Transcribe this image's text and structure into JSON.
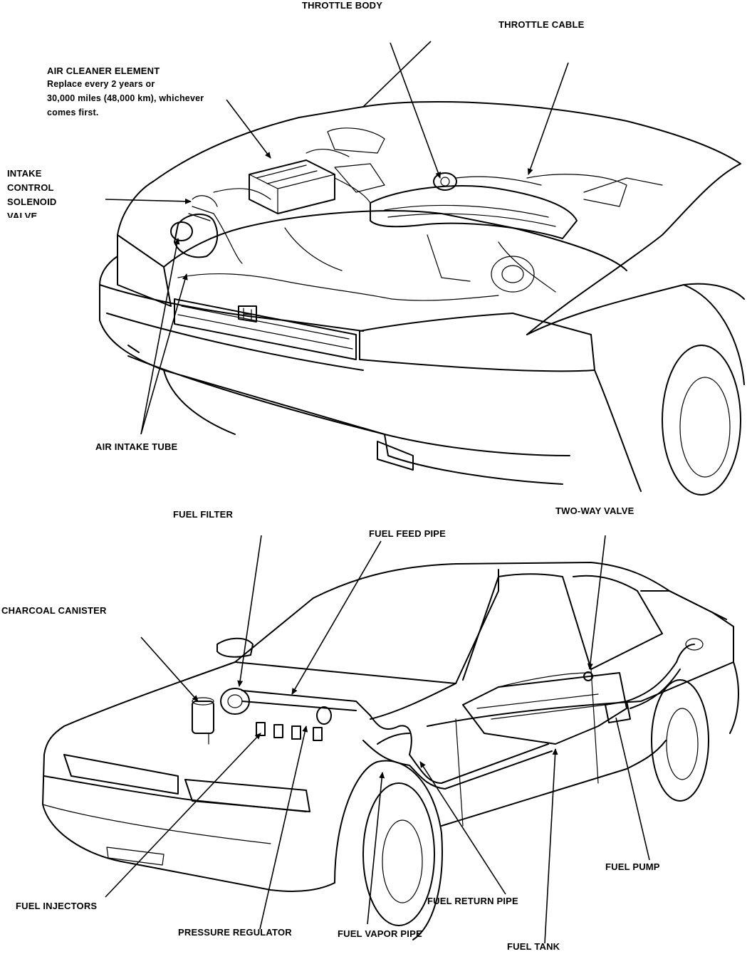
{
  "labels": {
    "throttle_body": "THROTTLE BODY",
    "throttle_cable": "THROTTLE CABLE",
    "air_cleaner_element": "AIR CLEANER ELEMENT",
    "air_cleaner_note_1": "Replace every 2 years or",
    "air_cleaner_note_2": "30,000 miles (48,000 km), whichever",
    "air_cleaner_note_3": "comes first.",
    "intake_control_1": "INTAKE",
    "intake_control_2": "CONTROL",
    "intake_control_3": "SOLENOID",
    "intake_control_4": "VALVE",
    "air_intake_tube": "AIR INTAKE TUBE",
    "fuel_filter": "FUEL FILTER",
    "fuel_feed_pipe": "FUEL FEED PIPE",
    "two_way_valve": "TWO-WAY VALVE",
    "charcoal_canister": "CHARCOAL CANISTER",
    "fuel_pump": "FUEL PUMP",
    "fuel_injectors": "FUEL INJECTORS",
    "fuel_return_pipe": "FUEL RETURN PIPE",
    "pressure_regulator": "PRESSURE REGULATOR",
    "fuel_vapor_pipe": "FUEL VAPOR PIPE",
    "fuel_tank": "FUEL TANK"
  }
}
